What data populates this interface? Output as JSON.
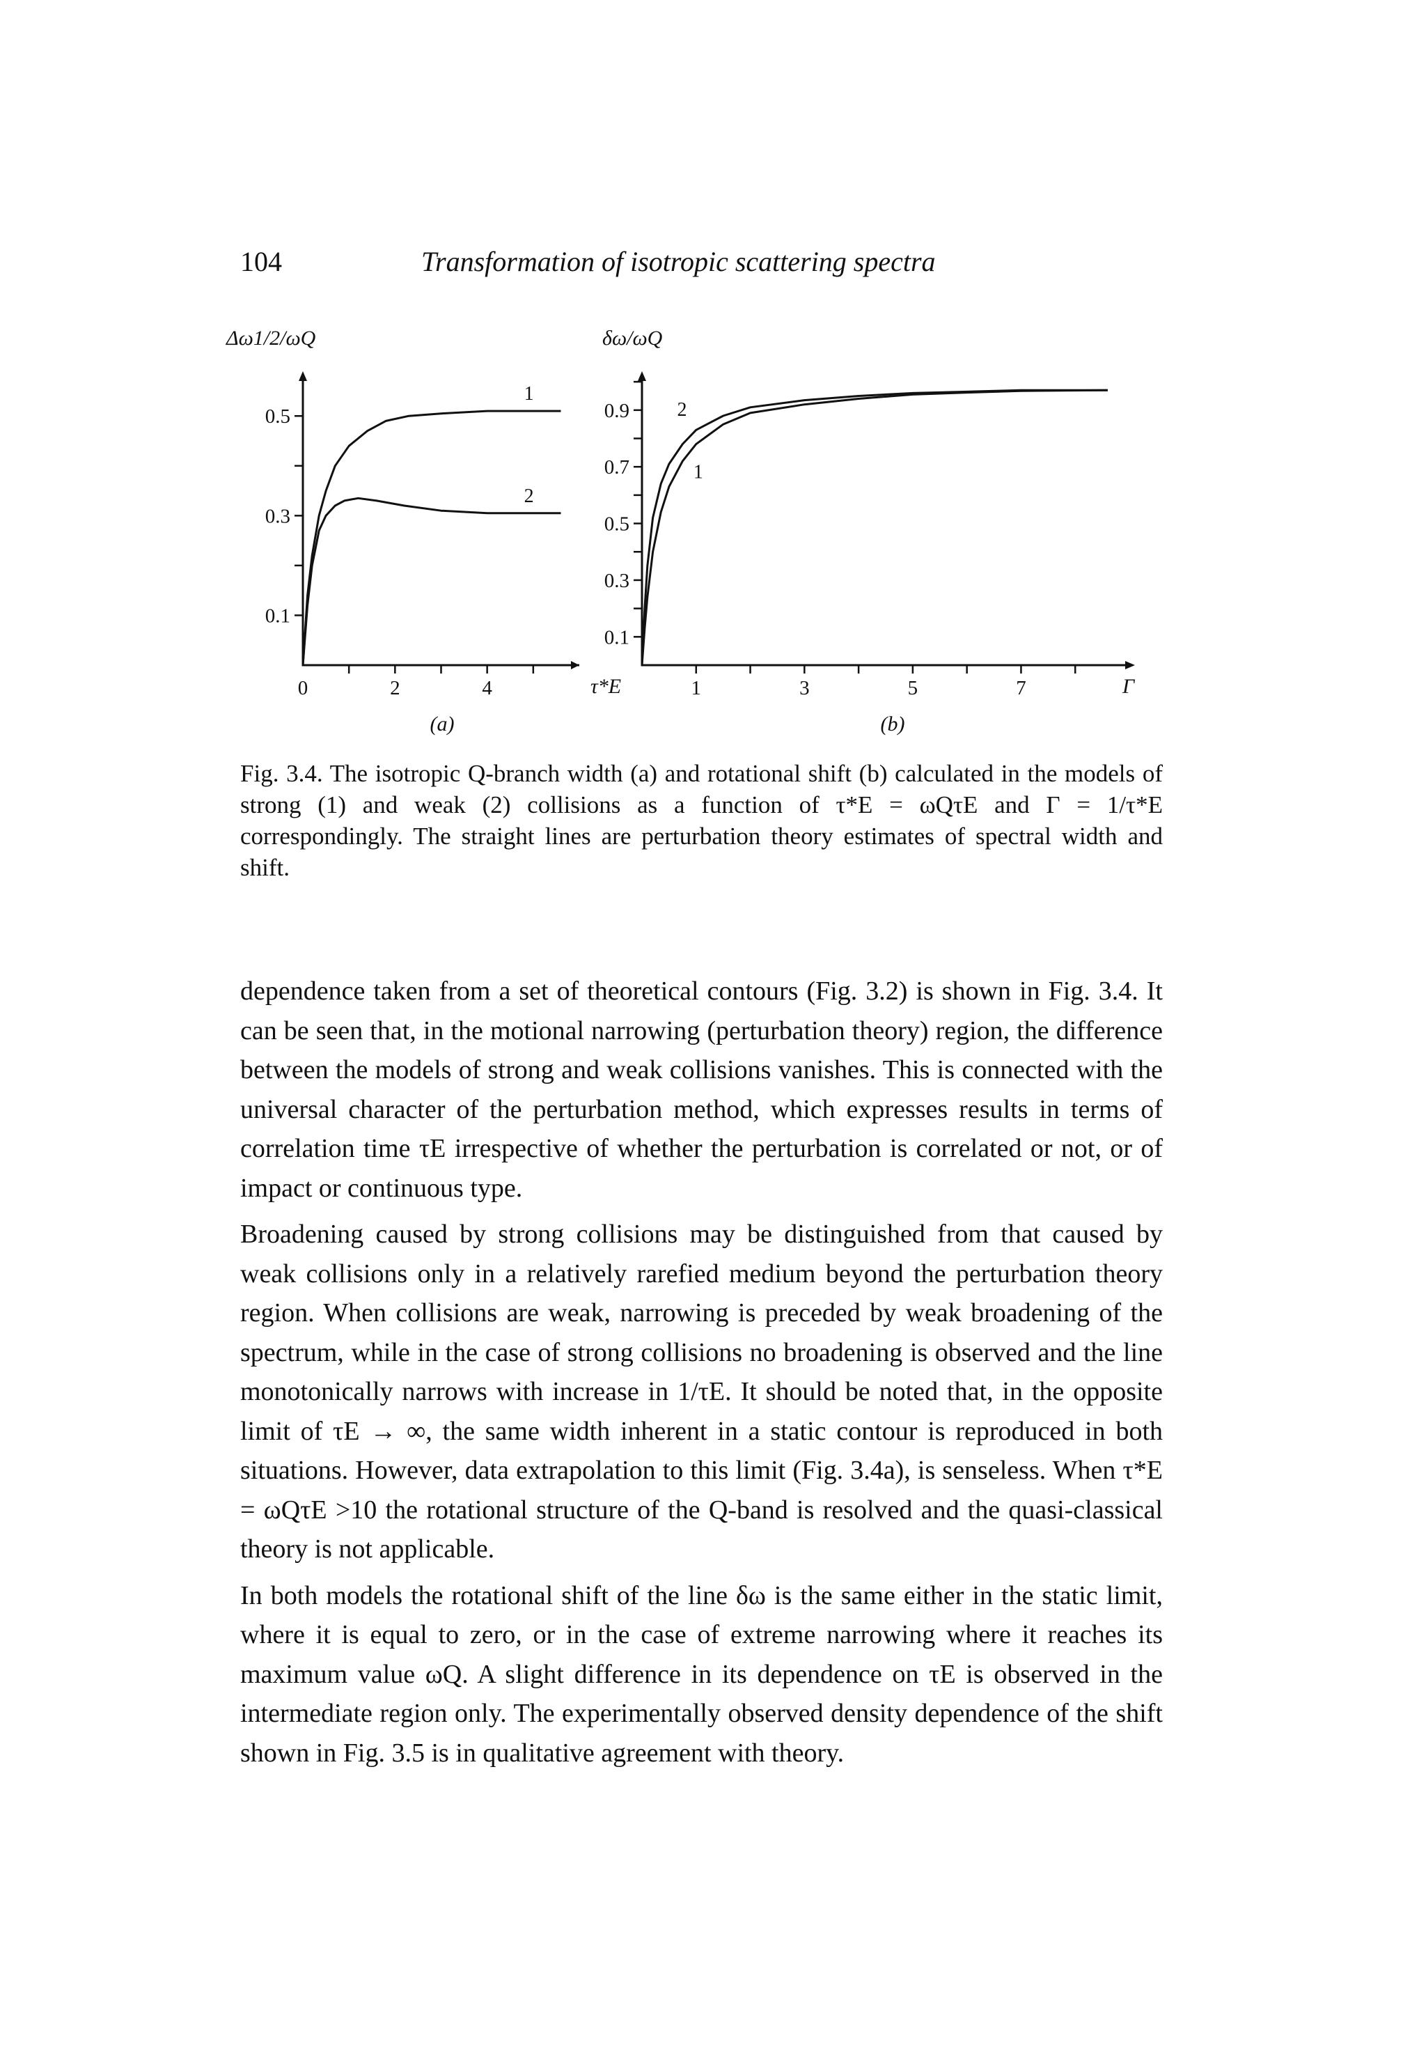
{
  "header": {
    "page_number": "104",
    "running_title": "Transformation of isotropic scattering spectra"
  },
  "figure": {
    "caption": "Fig. 3.4. The isotropic Q-branch width (a) and rotational shift (b) calculated in the models of strong (1) and weak (2) collisions as a function of τ*E = ωQτE and Γ = 1/τ*E correspondingly. The straight lines are perturbation theory estimates of spectral width and shift.",
    "chart_data": [
      {
        "type": "line",
        "panel_label": "(a)",
        "ylabel": "Δω1/2/ωQ",
        "xlabel": "τ*E",
        "x_ticks": [
          "0",
          "2",
          "4"
        ],
        "y_ticks": [
          "0.5",
          "0.3",
          "0.1"
        ],
        "xlim": [
          0,
          6
        ],
        "ylim": [
          0,
          0.58
        ],
        "series": [
          {
            "name": "1",
            "x": [
              0,
              0.1,
              0.2,
              0.35,
              0.5,
              0.7,
              1.0,
              1.4,
              1.8,
              2.3,
              3.0,
              4.0,
              5.0,
              5.6
            ],
            "y": [
              0,
              0.14,
              0.22,
              0.3,
              0.35,
              0.4,
              0.44,
              0.47,
              0.49,
              0.5,
              0.505,
              0.51,
              0.51,
              0.51
            ]
          },
          {
            "name": "2",
            "x": [
              0,
              0.1,
              0.2,
              0.35,
              0.5,
              0.7,
              0.9,
              1.2,
              1.6,
              2.2,
              3.0,
              4.0,
              5.0,
              5.6
            ],
            "y": [
              0,
              0.12,
              0.2,
              0.27,
              0.3,
              0.32,
              0.33,
              0.335,
              0.33,
              0.32,
              0.31,
              0.305,
              0.305,
              0.305
            ]
          }
        ]
      },
      {
        "type": "line",
        "panel_label": "(b)",
        "ylabel": "δω/ωQ",
        "xlabel": "Γ",
        "x_ticks": [
          "1",
          "3",
          "5",
          "7"
        ],
        "y_ticks": [
          "0.9",
          "0.7",
          "0.5",
          "0.3",
          "0.1"
        ],
        "xlim": [
          0,
          9
        ],
        "ylim": [
          0,
          1.02
        ],
        "series": [
          {
            "name": "2",
            "x": [
              0,
              0.05,
              0.1,
              0.2,
              0.35,
              0.5,
              0.75,
              1,
              1.5,
              2,
              3,
              4,
              5,
              6,
              7,
              8.6
            ],
            "y": [
              0,
              0.2,
              0.35,
              0.52,
              0.64,
              0.71,
              0.78,
              0.83,
              0.88,
              0.91,
              0.935,
              0.95,
              0.96,
              0.965,
              0.97,
              0.97
            ]
          },
          {
            "name": "1",
            "x": [
              0,
              0.05,
              0.1,
              0.2,
              0.35,
              0.5,
              0.75,
              1,
              1.5,
              2,
              3,
              4,
              5,
              6,
              7,
              8.6
            ],
            "y": [
              0,
              0.13,
              0.24,
              0.4,
              0.54,
              0.63,
              0.72,
              0.78,
              0.85,
              0.89,
              0.92,
              0.94,
              0.955,
              0.962,
              0.968,
              0.97
            ]
          }
        ]
      }
    ]
  },
  "paragraphs": [
    "dependence taken from a set of theoretical contours (Fig. 3.2) is shown in Fig. 3.4. It can be seen that, in the motional narrowing (perturbation theory) region, the difference between the models of strong and weak collisions vanishes. This is connected with the universal character of the perturbation method, which expresses results in terms of correlation time τE irrespective of whether the perturbation is correlated or not, or of impact or continuous type.",
    "Broadening caused by strong collisions may be distinguished from that caused by weak collisions only in a relatively rarefied medium beyond the perturbation theory region. When collisions are weak, narrowing is preceded by weak broadening of the spectrum, while in the case of strong collisions no broadening is observed and the line monotonically narrows with increase in 1/τE. It should be noted that, in the opposite limit of τE → ∞, the same width inherent in a static contour is reproduced in both situations. However, data extrapolation to this limit (Fig. 3.4a), is senseless. When τ*E = ωQτE >10 the rotational structure of the Q-band is resolved and the quasi-classical theory is not applicable.",
    "In both models the rotational shift of the line δω is the same either in the static limit, where it is equal to zero, or in the case of extreme narrowing where it reaches its maximum value ωQ. A slight difference in its dependence on τE is observed in the intermediate region only. The experimentally observed density dependence of the shift shown in Fig. 3.5 is in qualitative agreement with theory."
  ]
}
